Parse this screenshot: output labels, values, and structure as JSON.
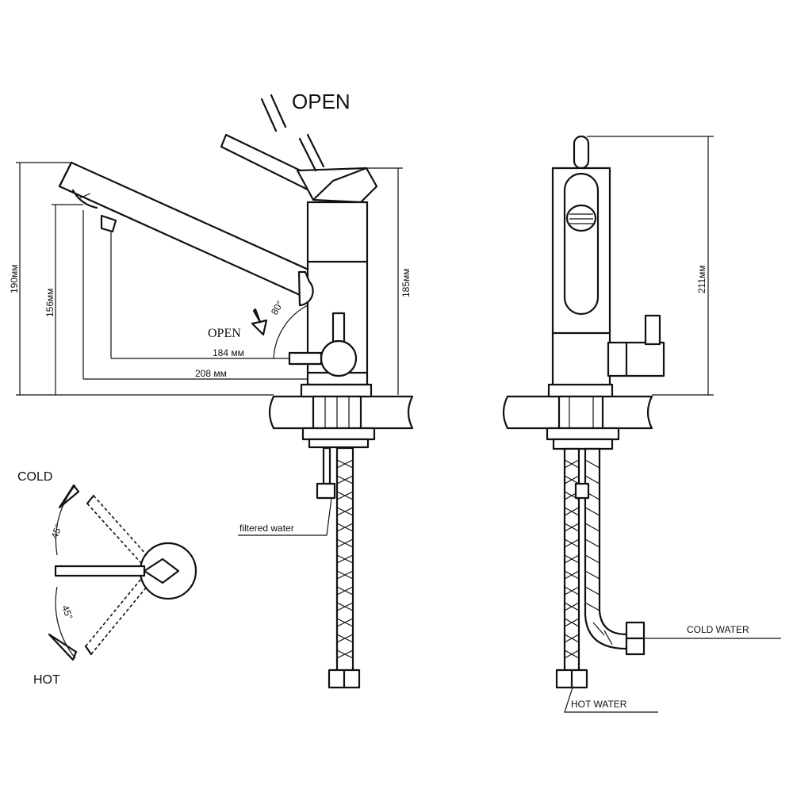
{
  "labels": {
    "open_top": "OPEN",
    "open_side": "OPEN",
    "cold": "COLD",
    "hot": "HOT",
    "filtered_water": "filtered water",
    "cold_water": "COLD WATER",
    "hot_water": "HOT WATER"
  },
  "dimensions": {
    "height_190": "190мм",
    "height_156": "156мм",
    "height_185": "185мм",
    "height_211": "211мм",
    "reach_184": "184 мм",
    "reach_208": "208 мм",
    "angle_80": "80°",
    "angle_45_cold": "45°",
    "angle_45_hot": "45°"
  }
}
